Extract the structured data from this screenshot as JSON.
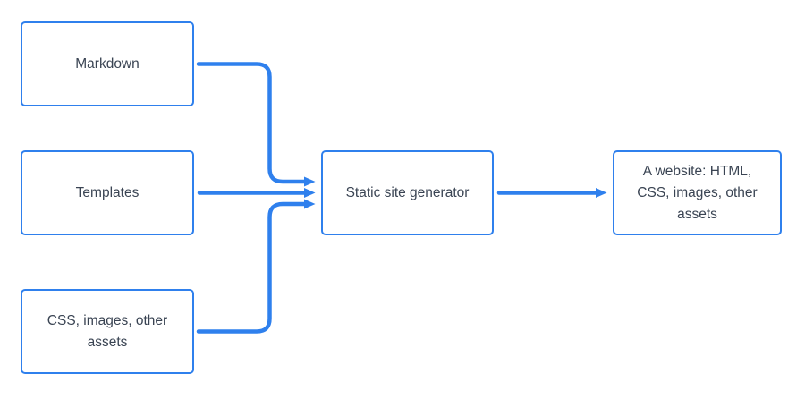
{
  "diagram": {
    "background": "#ffffff",
    "colors": {
      "accent": "#2f80ed",
      "text": "#3a4453",
      "background": "#ffffff"
    },
    "nodes": [
      {
        "id": "markdown",
        "label": "Markdown"
      },
      {
        "id": "templates",
        "label": "Templates"
      },
      {
        "id": "css-assets",
        "label": "CSS, images, other assets"
      },
      {
        "id": "generator",
        "label": "Static site generator"
      },
      {
        "id": "website",
        "label": "A website: HTML, CSS, images, other assets"
      }
    ],
    "edges": [
      {
        "from": "markdown",
        "to": "generator"
      },
      {
        "from": "templates",
        "to": "generator"
      },
      {
        "from": "css-assets",
        "to": "generator"
      },
      {
        "from": "generator",
        "to": "website"
      }
    ]
  }
}
